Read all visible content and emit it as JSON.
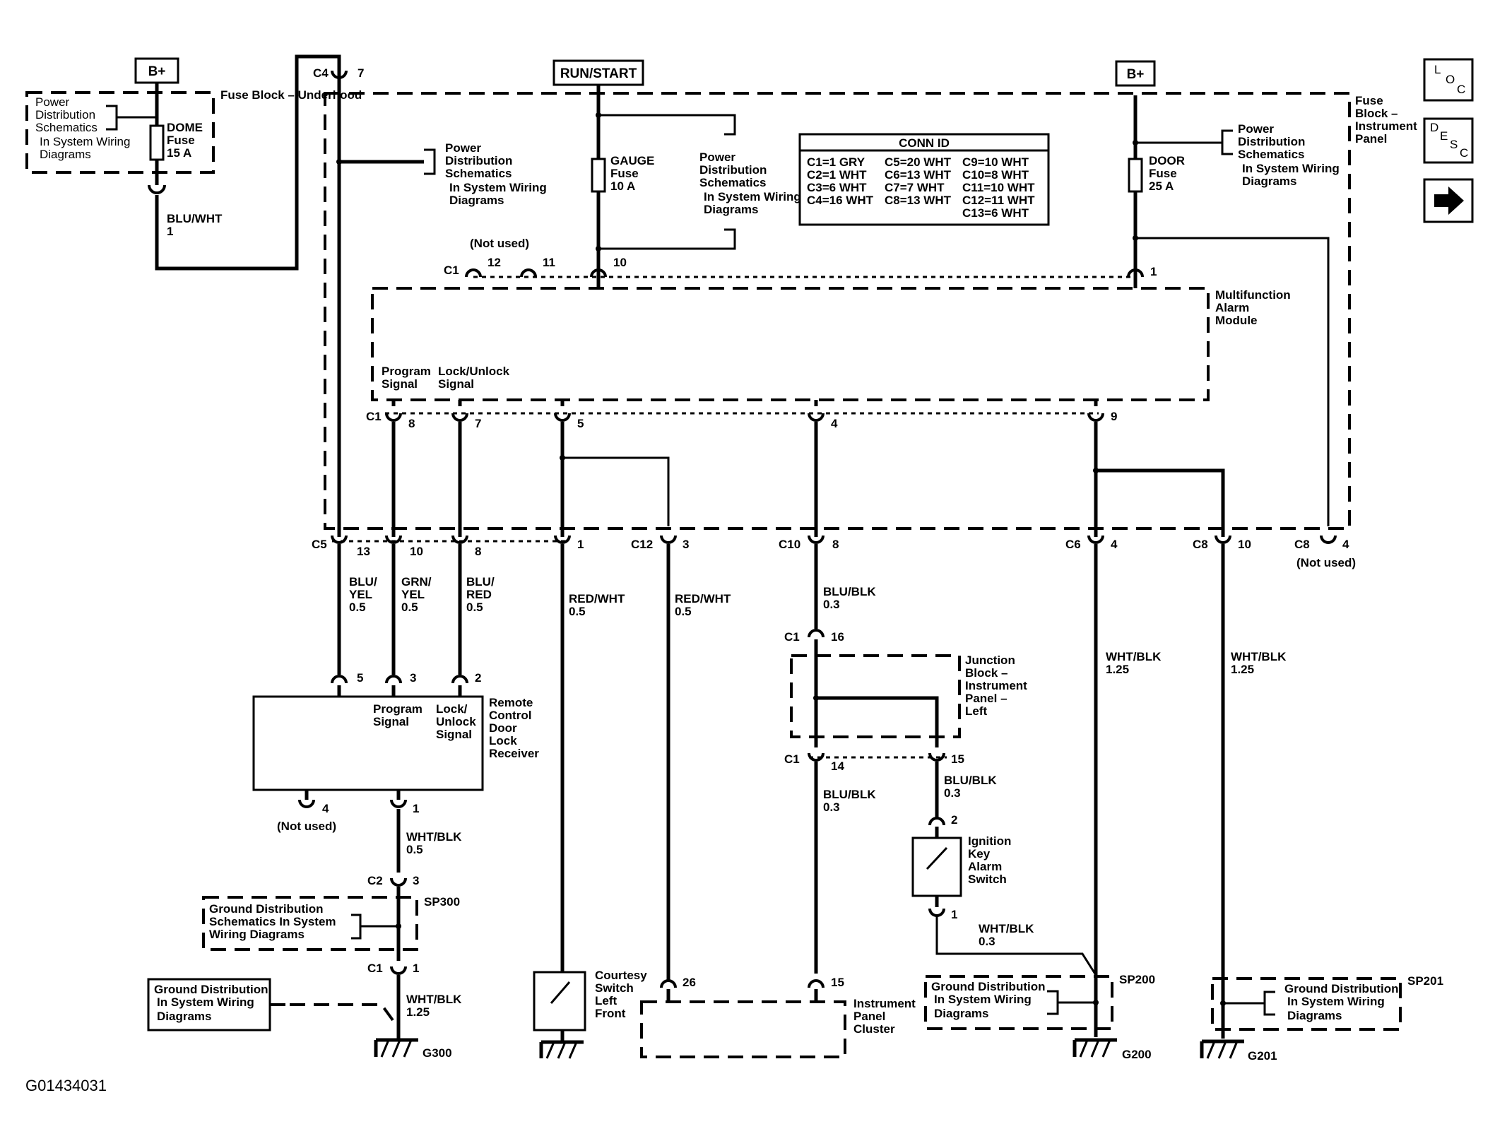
{
  "figure_id": "G01434031",
  "supply": {
    "b_plus": "B+",
    "run_start": "RUN/START"
  },
  "fuse_blocks": {
    "underhood": "Fuse Block – Underhood",
    "instrument_panel": "Fuse Block – Instrument Panel"
  },
  "fuses": {
    "dome": [
      "DOME",
      "Fuse",
      "15 A"
    ],
    "gauge": [
      "GAUGE",
      "Fuse",
      "10 A"
    ],
    "door": [
      "DOOR",
      "Fuse",
      "25 A"
    ]
  },
  "references": {
    "power_distribution": [
      "Power",
      "Distribution",
      "Schematics"
    ],
    "in_system_wiring": [
      "In System Wiring",
      "Diagrams"
    ],
    "ground_sp300": [
      "Ground Distribution",
      "Schematics In System",
      "Wiring Diagrams"
    ],
    "ground_generic": [
      "Ground Distribution",
      "In System Wiring",
      "Diagrams"
    ]
  },
  "conn_id": {
    "title": "CONN ID",
    "col1": [
      "C1=1 GRY",
      "C2=1 WHT",
      "C3=6 WHT",
      "C4=16 WHT"
    ],
    "col2": [
      "C5=20 WHT",
      "C6=13 WHT",
      "C7=7 WHT",
      "C8=13 WHT"
    ],
    "col3": [
      "C9=10 WHT",
      "C10=8 WHT",
      "C11=10 WHT",
      "C12=11 WHT",
      "C13=6 WHT"
    ]
  },
  "modules": {
    "alarm": [
      "Multifunction",
      "Alarm",
      "Module"
    ],
    "alarm_program": [
      "Program",
      "Signal"
    ],
    "alarm_lock": [
      "Lock/Unlock",
      "Signal"
    ],
    "receiver": [
      "Remote",
      "Control",
      "Door",
      "Lock",
      "Receiver"
    ],
    "receiver_program": [
      "Program",
      "Signal"
    ],
    "receiver_lock": [
      "Lock/",
      "Unlock",
      "Signal"
    ],
    "junction": [
      "Junction",
      "Block –",
      "Instrument",
      "Panel –",
      "Left"
    ],
    "key_switch": [
      "Ignition",
      "Key",
      "Alarm",
      "Switch"
    ],
    "courtesy": [
      "Courtesy",
      "Switch",
      "Left",
      "Front"
    ],
    "cluster": [
      "Instrument",
      "Panel",
      "Cluster"
    ]
  },
  "connectors": {
    "c1": "C1",
    "c2": "C2",
    "c4": "C4",
    "c5": "C5",
    "c6": "C6",
    "c8": "C8",
    "c10": "C10",
    "c12": "C12",
    "not_used": "(Not used)"
  },
  "pins": {
    "p1": "1",
    "p2": "2",
    "p3": "3",
    "p4": "4",
    "p5": "5",
    "p7": "7",
    "p8": "8",
    "p9": "9",
    "p10": "10",
    "p11": "11",
    "p12": "12",
    "p13": "13",
    "p14": "14",
    "p15": "15",
    "p16": "16",
    "p26": "26"
  },
  "wires": {
    "blu_wht": [
      "BLU/WHT",
      "1"
    ],
    "blu_yel": [
      "BLU/",
      "YEL",
      "0.5"
    ],
    "grn_yel": [
      "GRN/",
      "YEL",
      "0.5"
    ],
    "blu_red": [
      "BLU/",
      "RED",
      "0.5"
    ],
    "red_wht": [
      "RED/WHT",
      "0.5"
    ],
    "blu_blk": [
      "BLU/BLK",
      "0.3"
    ],
    "wht_blk_05": [
      "WHT/BLK",
      "0.5"
    ],
    "wht_blk_03": [
      "WHT/BLK",
      "0.3"
    ],
    "wht_blk_125": [
      "WHT/BLK",
      "1.25"
    ]
  },
  "grounds": {
    "sp300": "SP300",
    "sp200": "SP200",
    "sp201": "SP201",
    "g300": "G300",
    "g200": "G200",
    "g201": "G201"
  },
  "nav": {
    "loc": [
      "L",
      "O",
      "C"
    ],
    "desc": [
      "D",
      "E",
      "S",
      "C"
    ],
    "next": "next-arrow-icon"
  }
}
